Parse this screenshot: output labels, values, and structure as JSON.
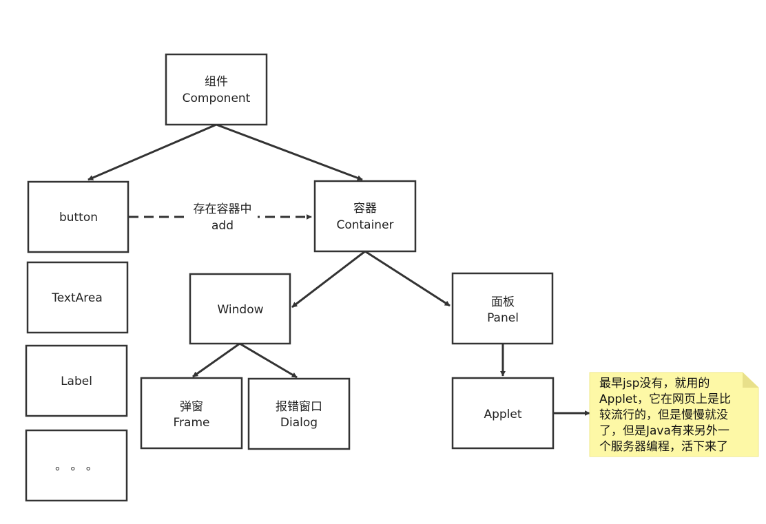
{
  "colors": {
    "box_stroke": "#333333",
    "box_fill": "#ffffff",
    "edge": "#333333",
    "note_fill": "#fdf8a6",
    "note_fold": "#e8e08a",
    "text": "#222222"
  },
  "nodes": {
    "component": {
      "line1": "组件",
      "line2": "Component"
    },
    "button": {
      "line1": "button"
    },
    "textarea": {
      "line1": "TextArea"
    },
    "label": {
      "line1": "Label"
    },
    "more": {
      "line1": "。  。  。"
    },
    "container": {
      "line1": "容器",
      "line2": "Container"
    },
    "window": {
      "line1": "Window"
    },
    "frame": {
      "line1": "弹窗",
      "line2": "Frame"
    },
    "dialog": {
      "line1": "报错窗口",
      "line2": "Dialog"
    },
    "panel": {
      "line1": "面板",
      "line2": "Panel"
    },
    "applet": {
      "line1": "Applet"
    }
  },
  "edges": {
    "button_to_container": {
      "line1": "存在容器中",
      "line2": "add"
    }
  },
  "note": {
    "lines": [
      "最早jsp没有，就用的",
      "Applet，它在网页上是比",
      "较流行的，但是慢慢就没",
      "了，但是Java有来另外一",
      "个服务器编程，活下来了"
    ]
  }
}
